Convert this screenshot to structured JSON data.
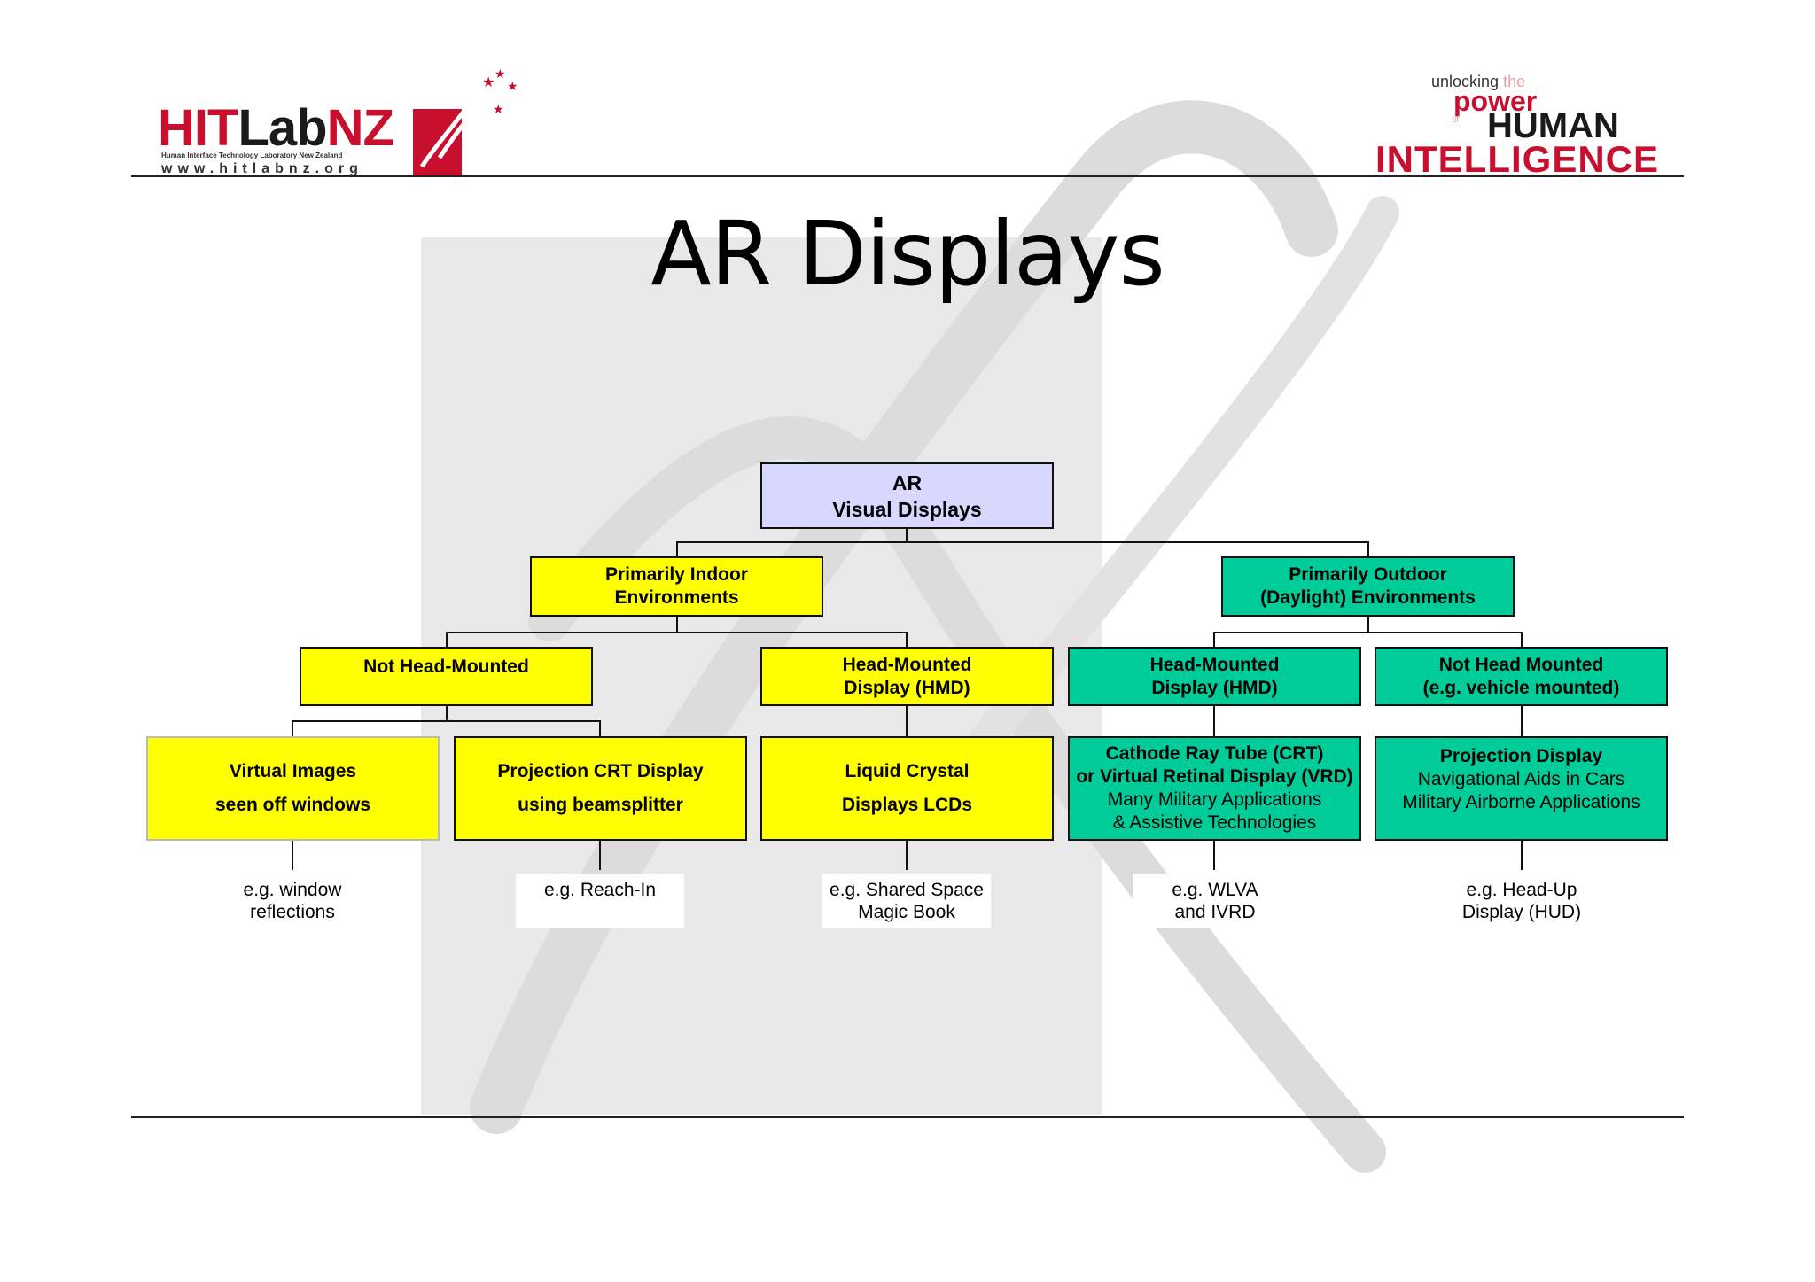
{
  "slide": {
    "title": "AR Displays",
    "logo_left": {
      "brand_red": "HIT",
      "brand_dark": "Lab",
      "brand_red2": "NZ",
      "subtitle": "Human Interface Technology Laboratory New Zealand",
      "url": "www.hitlabnz.org"
    },
    "logo_right": {
      "line1": "unlocking",
      "line1_faint": "the",
      "line2": "power",
      "line2_small": "of",
      "line3": "HUMAN",
      "line4": "INTELLIGENCE"
    }
  },
  "diagram": {
    "root": {
      "line1": "AR",
      "line2": "Visual Displays"
    },
    "indoor": {
      "line1": "Primarily Indoor",
      "line2": "Environments"
    },
    "outdoor": {
      "line1": "Primarily Outdoor",
      "line2": "(Daylight) Environments"
    },
    "not_head_mounted": {
      "line1": "Not Head-Mounted"
    },
    "hmd_indoor": {
      "line1": "Head-Mounted",
      "line2": "Display (HMD)"
    },
    "hmd_outdoor": {
      "line1": "Head-Mounted",
      "line2": "Display (HMD)"
    },
    "not_head_mounted_outdoor": {
      "line1": "Not Head Mounted",
      "line2": "(e.g. vehicle mounted)"
    },
    "virtual_images": {
      "line1": "Virtual Images",
      "line2": "seen off windows"
    },
    "projection_crt": {
      "line1": "Projection CRT Display",
      "line2": "using beamsplitter"
    },
    "lcd": {
      "line1": "Liquid Crystal",
      "line2": "Displays LCDs"
    },
    "crt_vrd": {
      "line1": "Cathode Ray Tube (CRT)",
      "line2": "or Virtual Retinal Display (VRD)",
      "line3": "Many Military Applications",
      "line4": "& Assistive Technologies"
    },
    "projection_display": {
      "line1": "Projection Display",
      "line2": "Navigational Aids in Cars",
      "line3": "Military Airborne Applications"
    },
    "examples": {
      "window": {
        "line1": "e.g. window",
        "line2": "reflections"
      },
      "reachin": {
        "line1": "e.g. Reach-In"
      },
      "sharedspace": {
        "line1": "e.g. Shared Space",
        "line2": "Magic Book"
      },
      "wlva": {
        "line1": "e.g. WLVA",
        "line2": "and IVRD"
      },
      "hud": {
        "line1": "e.g. Head-Up",
        "line2": "Display (HUD)"
      }
    }
  },
  "colors": {
    "indoor_fill": "#ffff00",
    "outdoor_fill": "#00cc99",
    "root_fill": "#d8d8ff",
    "brand_red": "#c8102e"
  }
}
